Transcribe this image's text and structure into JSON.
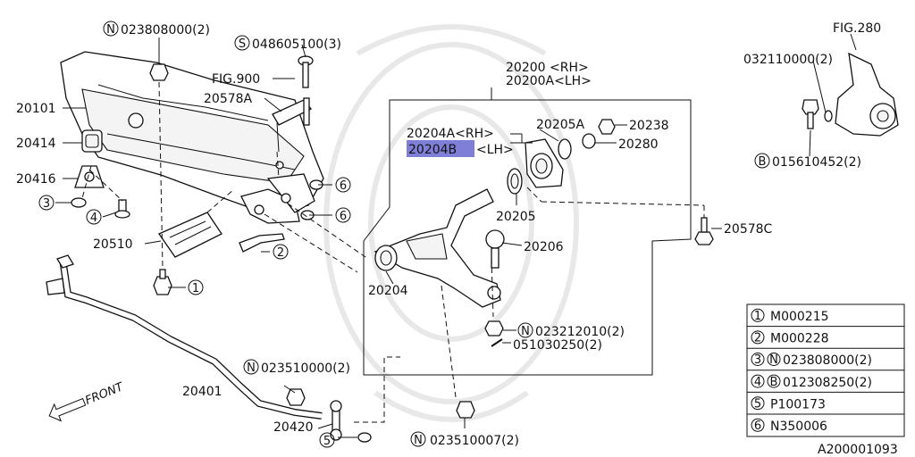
{
  "diagram_code": "A200001093",
  "callouts": {
    "top_n": "023808000(2)",
    "top_s": "048605100(3)",
    "fig900": "FIG.900",
    "p20578a": "20578A",
    "p20101": "20101",
    "p20414": "20414",
    "p20416": "20416",
    "p20510": "20510",
    "p20401": "20401",
    "front": "FRONT",
    "n023510000": "023510000(2)",
    "p20420": "20420",
    "n023510007": "023510007(2)",
    "p20200_rh": "20200 <RH>",
    "p20200a_lh": "20200A<LH>",
    "p20204a_rh": "20204A<RH>",
    "p20204b_lh_num": "20204B",
    "p20204b_lh_side": "<LH>",
    "p20205a": "20205A",
    "p20238": "20238",
    "p20280": "20280",
    "p20205": "20205",
    "p20206": "20206",
    "p20204": "20204",
    "p20578c": "20578C",
    "n023212010": "023212010(2)",
    "p051030250": "051030250(2)",
    "fig280": "FIG.280",
    "p032110000": "032110000(2)",
    "b015610452": "015610452(2)"
  },
  "circle_letters": {
    "n": "N",
    "s": "S",
    "b": "B"
  },
  "circle_numbers": [
    "1",
    "2",
    "3",
    "4",
    "5",
    "6"
  ],
  "legend": [
    {
      "num": "1",
      "prefix": "",
      "code": "M000215"
    },
    {
      "num": "2",
      "prefix": "",
      "code": "M000228"
    },
    {
      "num": "3",
      "prefix": "N",
      "code": "023808000(2)"
    },
    {
      "num": "4",
      "prefix": "B",
      "code": "012308250(2)"
    },
    {
      "num": "5",
      "prefix": "",
      "code": "P100173"
    },
    {
      "num": "6",
      "prefix": "",
      "code": "N350006"
    }
  ]
}
